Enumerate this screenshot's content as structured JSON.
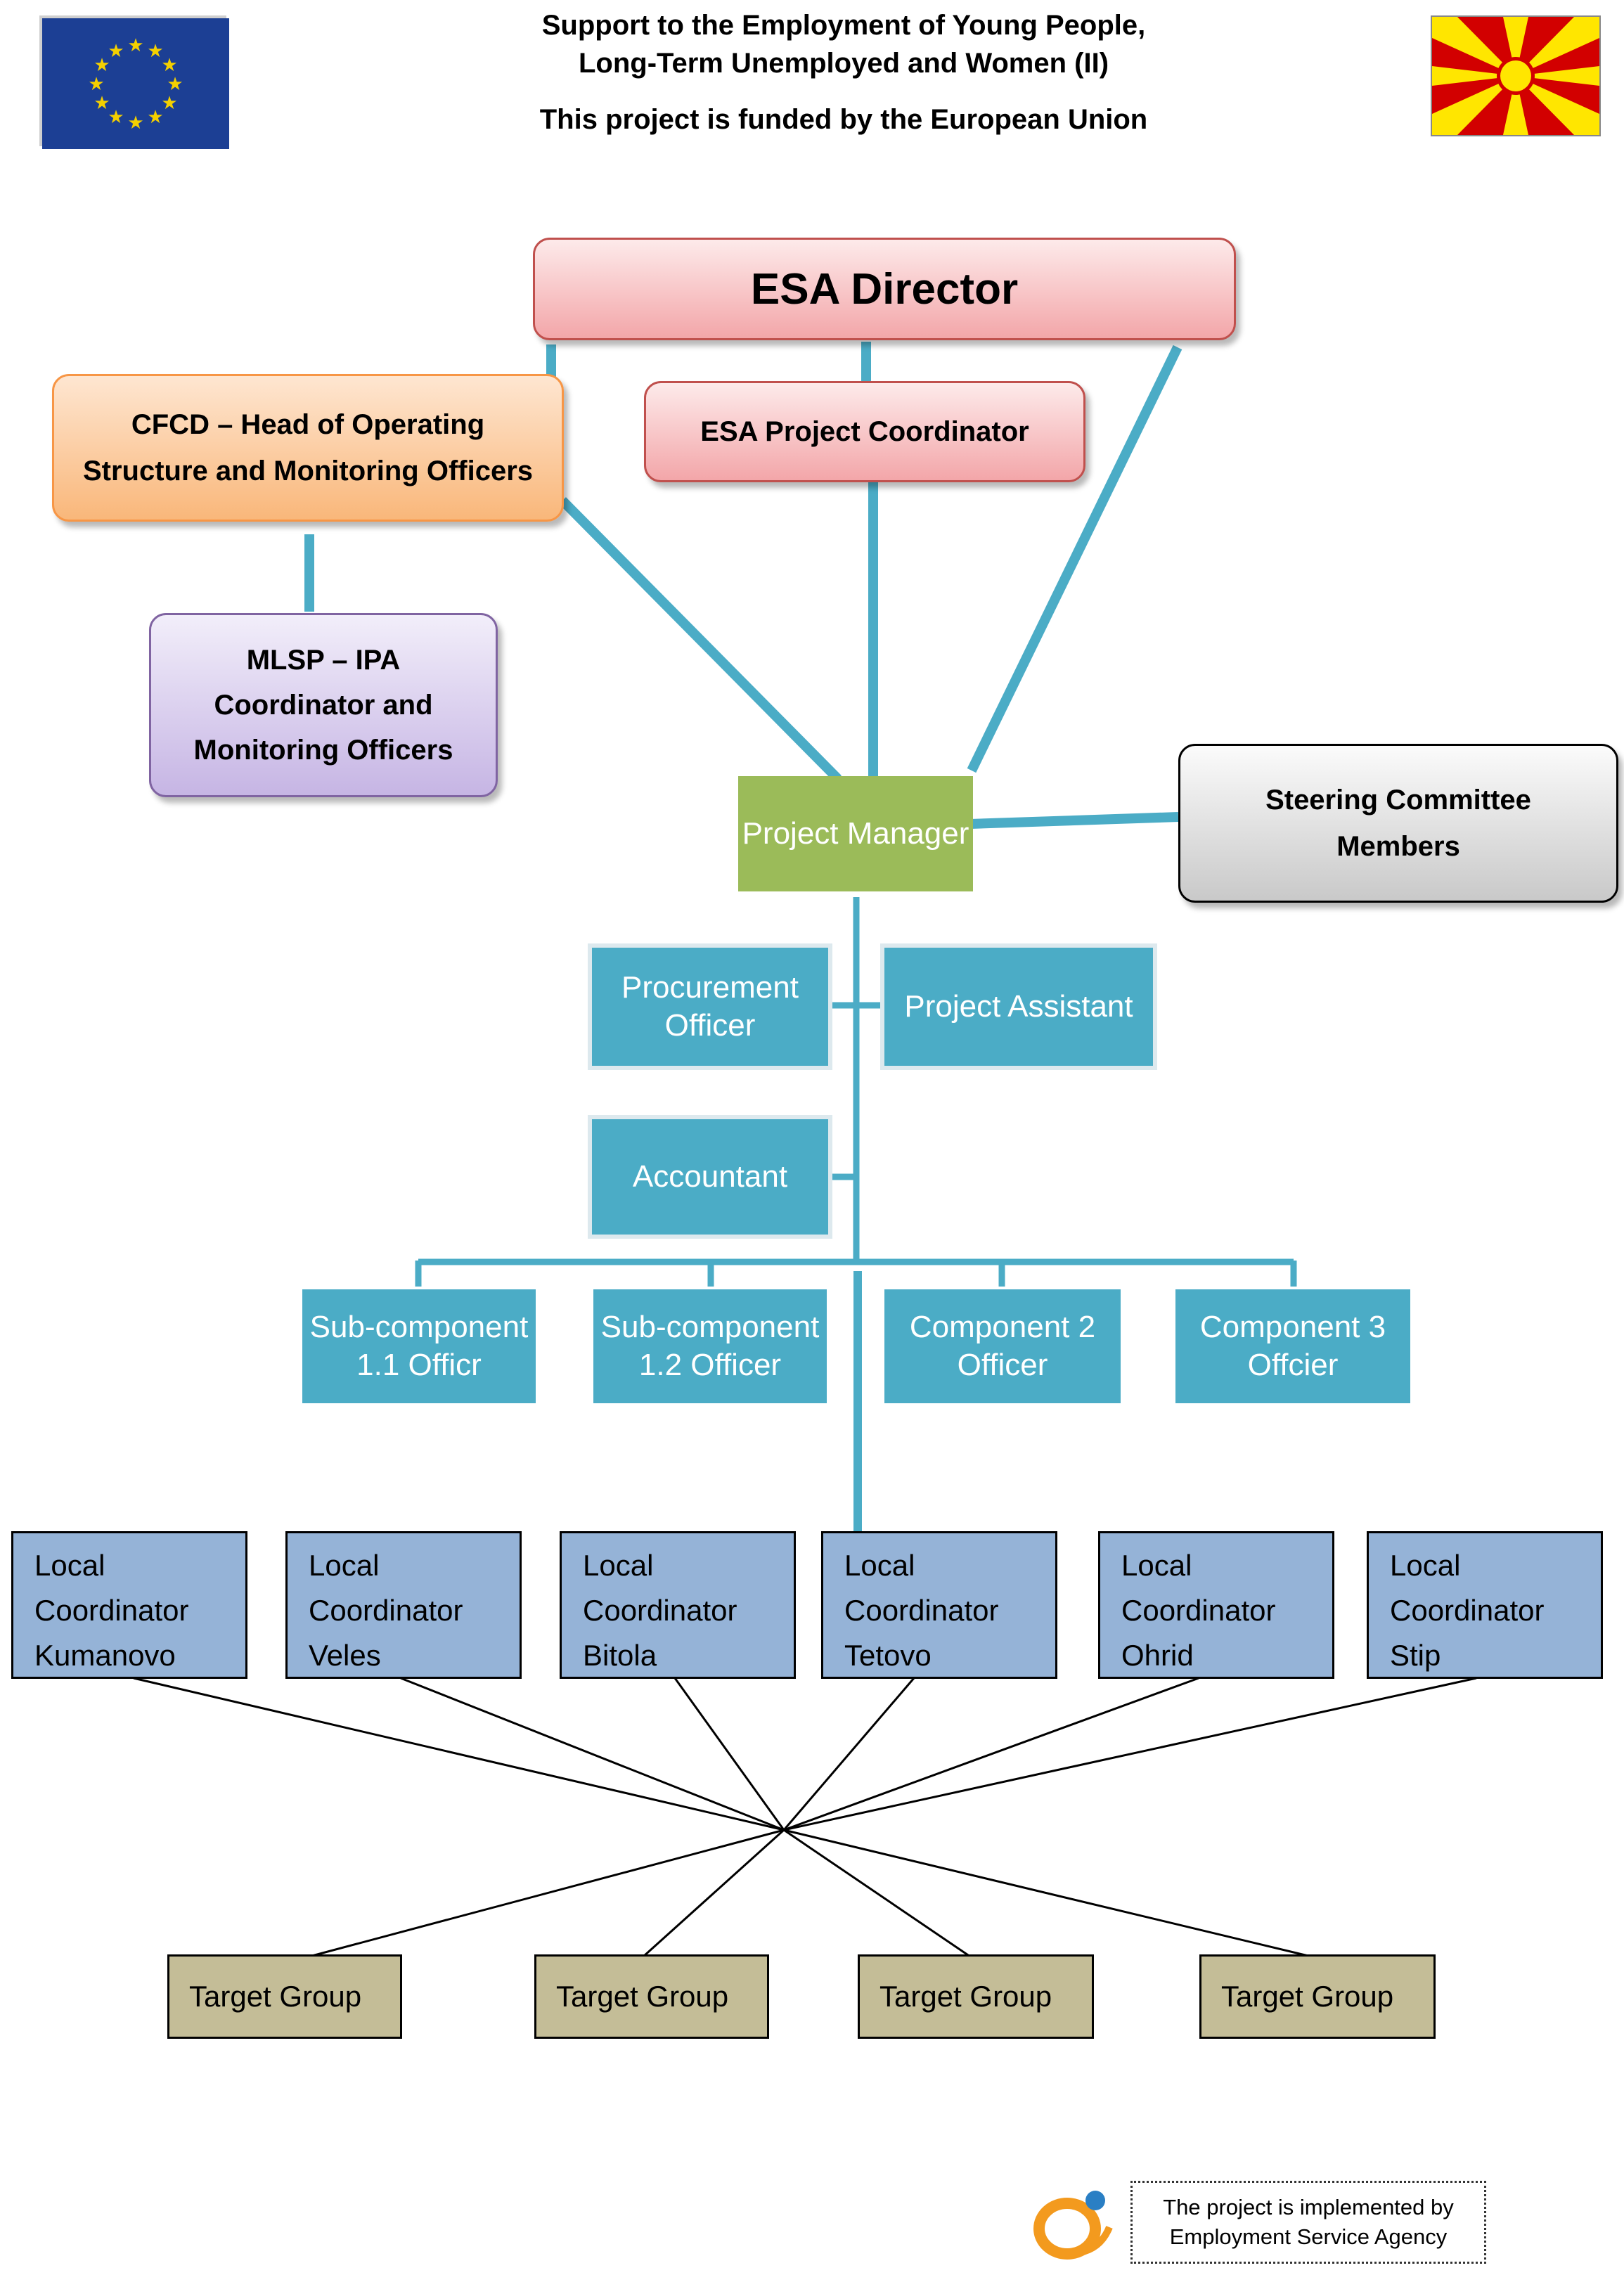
{
  "header": {
    "line1": "Support to the Employment of Young People,",
    "line2": "Long-Term Unemployed and Women (II)",
    "line3": "This project is funded by the European Union"
  },
  "nodes": {
    "esa_director": "ESA Director",
    "cfcd_line1": "CFCD – Head of Operating",
    "cfcd_line2": "Structure and Monitoring Officers",
    "esa_coordinator": "ESA Project Coordinator",
    "mlsp_line1": "MLSP – IPA",
    "mlsp_line2": "Coordinator and",
    "mlsp_line3": "Monitoring Officers",
    "project_manager": "Project Manager",
    "steering_line1": "Steering Committee",
    "steering_line2": "Members",
    "procurement_line1": "Procurement",
    "procurement_line2": "Officer",
    "project_assistant": "Project Assistant",
    "accountant": "Accountant"
  },
  "components": [
    {
      "line1": "Sub-component",
      "line2": "1.1 Officr"
    },
    {
      "line1": "Sub-component",
      "line2": "1.2 Officer"
    },
    {
      "line1": "Component 2",
      "line2": "Officer"
    },
    {
      "line1": "Component 3",
      "line2": "Offcier"
    }
  ],
  "local_coordinators": [
    {
      "line1": "Local",
      "line2": "Coordinator",
      "city": "Kumanovo"
    },
    {
      "line1": "Local",
      "line2": "Coordinator",
      "city": "Veles"
    },
    {
      "line1": "Local",
      "line2": "Coordinator",
      "city": "Bitola"
    },
    {
      "line1": "Local",
      "line2": "Coordinator",
      "city": "Tetovo"
    },
    {
      "line1": "Local",
      "line2": "Coordinator",
      "city": "Ohrid"
    },
    {
      "line1": "Local",
      "line2": "Coordinator",
      "city": "Stip"
    }
  ],
  "target_groups": [
    "Target Group",
    "Target Group",
    "Target Group",
    "Target Group"
  ],
  "footer": {
    "line1": "The project is implemented by",
    "line2": "Employment Service Agency"
  },
  "colors": {
    "connector": "#4bacc6",
    "director": "#f7c5c7",
    "cfcd": "#fbc08f",
    "mlsp": "#d9cdef",
    "project_manager": "#9bbb59",
    "steering": "#e2e2e2",
    "staff": "#4bacc6",
    "local_coordinator": "#95b3d7",
    "target_group": "#c4bd97"
  },
  "icons": [
    "eu-flag-icon",
    "macedonia-flag-icon",
    "esa-logo-icon"
  ]
}
